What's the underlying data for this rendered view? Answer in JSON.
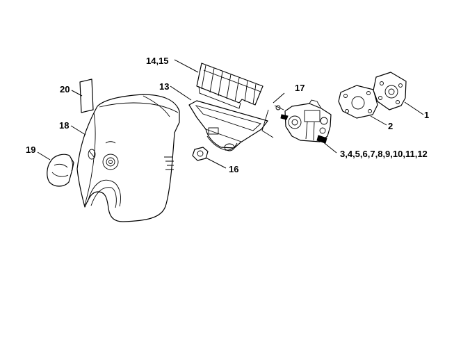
{
  "colors": {
    "ink": "#000000",
    "background": "#ffffff"
  },
  "callouts": {
    "c1": "1",
    "c2": "2",
    "c3": "3,4,5,6,7,8,9,10,11,12",
    "c13": "13",
    "c14": "14,15",
    "c16": "16",
    "c17": "17",
    "c18": "18",
    "c19": "19",
    "c20": "20"
  }
}
